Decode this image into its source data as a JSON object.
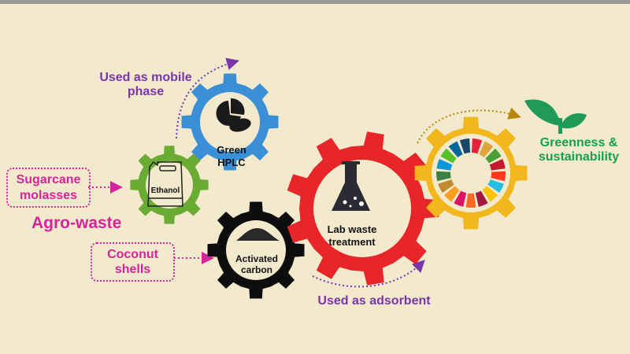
{
  "title_agro": "Agro-waste",
  "inputs": {
    "sugarcane": "Sugarcane molasses",
    "coconut": "Coconut shells"
  },
  "arrows": {
    "mobile_phase": "Used as mobile phase",
    "adsorbent": "Used as adsorbent"
  },
  "gears": {
    "ethanol": {
      "label": "Ethanol",
      "color": "#6aab34"
    },
    "hplc": {
      "label": "Green HPLC",
      "color": "#3b8fd6"
    },
    "carbon": {
      "label": "Activated carbon",
      "color": "#0d0d0d"
    },
    "lab": {
      "label": "Lab waste treatment",
      "color": "#e8262a"
    },
    "sdg": {
      "color": "#f2b71d"
    }
  },
  "outcome": "Greenness & sustainability",
  "colors": {
    "background": "#f3e9cd",
    "pink": "#d6249a",
    "purple": "#7a35a8",
    "green_text": "#12a34a",
    "leaf": "#1f9a58"
  },
  "sdg_colors": [
    "#e5243b",
    "#dda63a",
    "#4c9f38",
    "#c5192d",
    "#ff3a21",
    "#26bde2",
    "#fcc30b",
    "#a21942",
    "#fd6925",
    "#dd1367",
    "#fd9d24",
    "#bf8b2e",
    "#3f7e44",
    "#0a97d9",
    "#56c02b",
    "#00689d",
    "#19486a"
  ]
}
